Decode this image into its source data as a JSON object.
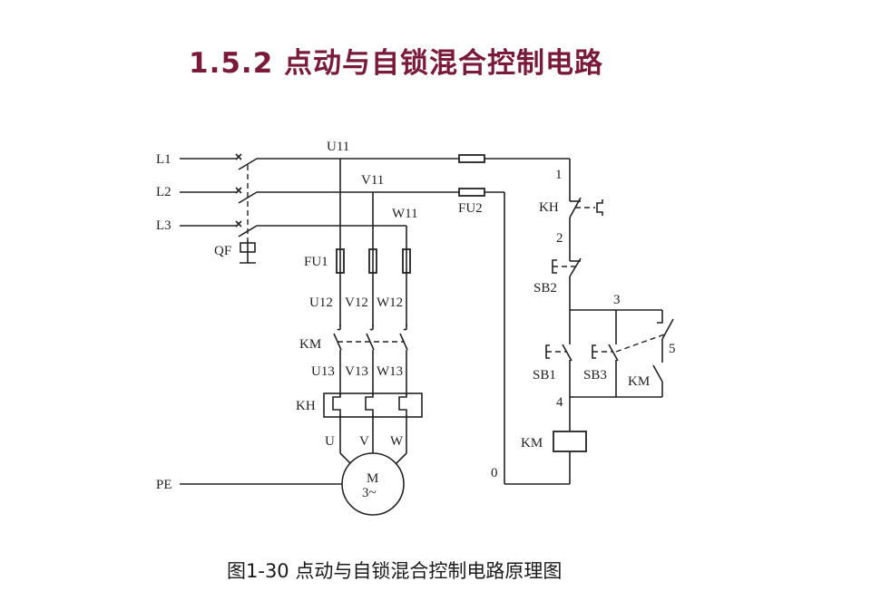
{
  "title": "1.5.2  点动与自锁混合控制电路",
  "caption": "图1-30  点动与自锁混合控制电路原理图",
  "labels": {
    "L1": "L1",
    "L2": "L2",
    "L3": "L3",
    "QF": "QF",
    "PE": "PE",
    "U11": "U11",
    "V11": "V11",
    "W11": "W11",
    "FU1": "FU1",
    "FU2": "FU2",
    "U12": "U12",
    "V12": "V12",
    "W12": "W12",
    "KM_main": "KM",
    "U13": "U13",
    "V13": "V13",
    "W13": "W13",
    "KH_main": "KH",
    "U": "U",
    "V": "V",
    "W": "W",
    "motor_M": "M",
    "motor_phase": "3~",
    "node1": "1",
    "node2": "2",
    "node3": "3",
    "node4": "4",
    "node5": "5",
    "node0": "0",
    "KH_ctrl": "KH",
    "SB2": "SB2",
    "SB1": "SB1",
    "SB3": "SB3",
    "KM_aux": "KM",
    "KM_coil": "KM"
  },
  "colors": {
    "title": "#7a1a3a",
    "line": "#222222"
  }
}
